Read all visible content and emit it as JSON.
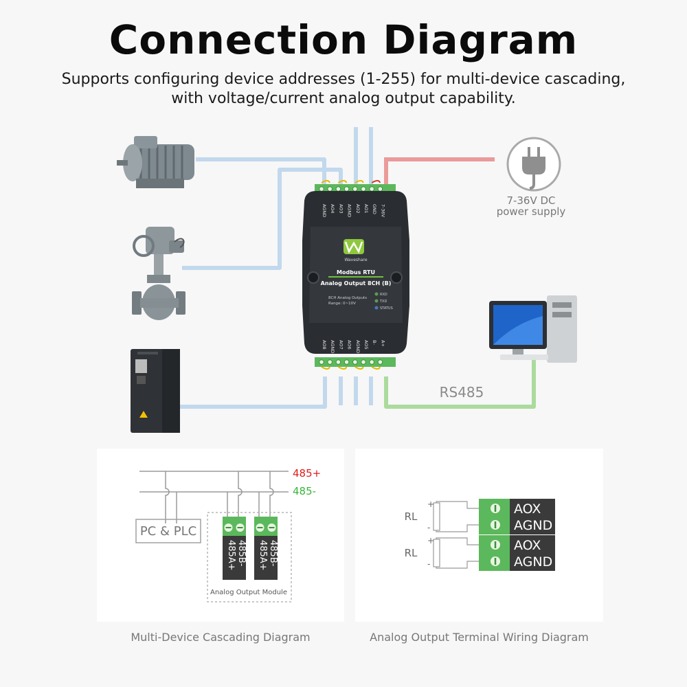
{
  "header": {
    "title": "Connection Diagram",
    "subtitle_line1": "Supports configuring device addresses (1-255) for multi-device cascading,",
    "subtitle_line2": "with voltage/current analog output capability."
  },
  "device": {
    "brand": "Waveshare",
    "product_line1": "Modbus RTU",
    "product_line2": "Analog Output 8CH (B)",
    "spec_line1": "8CH Analog Outputs",
    "spec_line2": "Range:  0~10V",
    "leds": [
      "RXD",
      "TXD",
      "STATUS"
    ],
    "top_terminals": [
      "AGND",
      "AO4",
      "AO3",
      "AGND",
      "AO2",
      "AO1",
      "GND",
      "7-36V"
    ],
    "bottom_terminals": [
      "AO8",
      "AGND",
      "AO7",
      "AO6",
      "AGND",
      "AO5",
      "B-",
      "A+"
    ]
  },
  "power": {
    "line1": "7-36V DC",
    "line2": "power supply"
  },
  "rs485_label": "RS485",
  "cascading": {
    "bus_plus": "485+",
    "bus_minus": "485-",
    "host_label": "PC  & PLC",
    "module_terminals": [
      "485A+",
      "485B-"
    ],
    "module_group_label": "Analog Output Module",
    "caption": "Multi-Device Cascading Diagram"
  },
  "wiring": {
    "load_label": "RL",
    "terminal_labels": [
      "AOX",
      "AGND",
      "AOX",
      "AGND"
    ],
    "plus_sign": "+",
    "minus_sign": "-",
    "caption": "Analog Output Terminal Wiring Diagram"
  },
  "colors": {
    "signal_wire": "#b9d3ea",
    "power_wire": "#e88f8f",
    "rs485_wire": "#a6d996",
    "terminal_green": "#5cb85c",
    "device_body": "#2b2e33",
    "bus_plus_text": "#e01b1b",
    "bus_minus_text": "#3ab53a"
  }
}
